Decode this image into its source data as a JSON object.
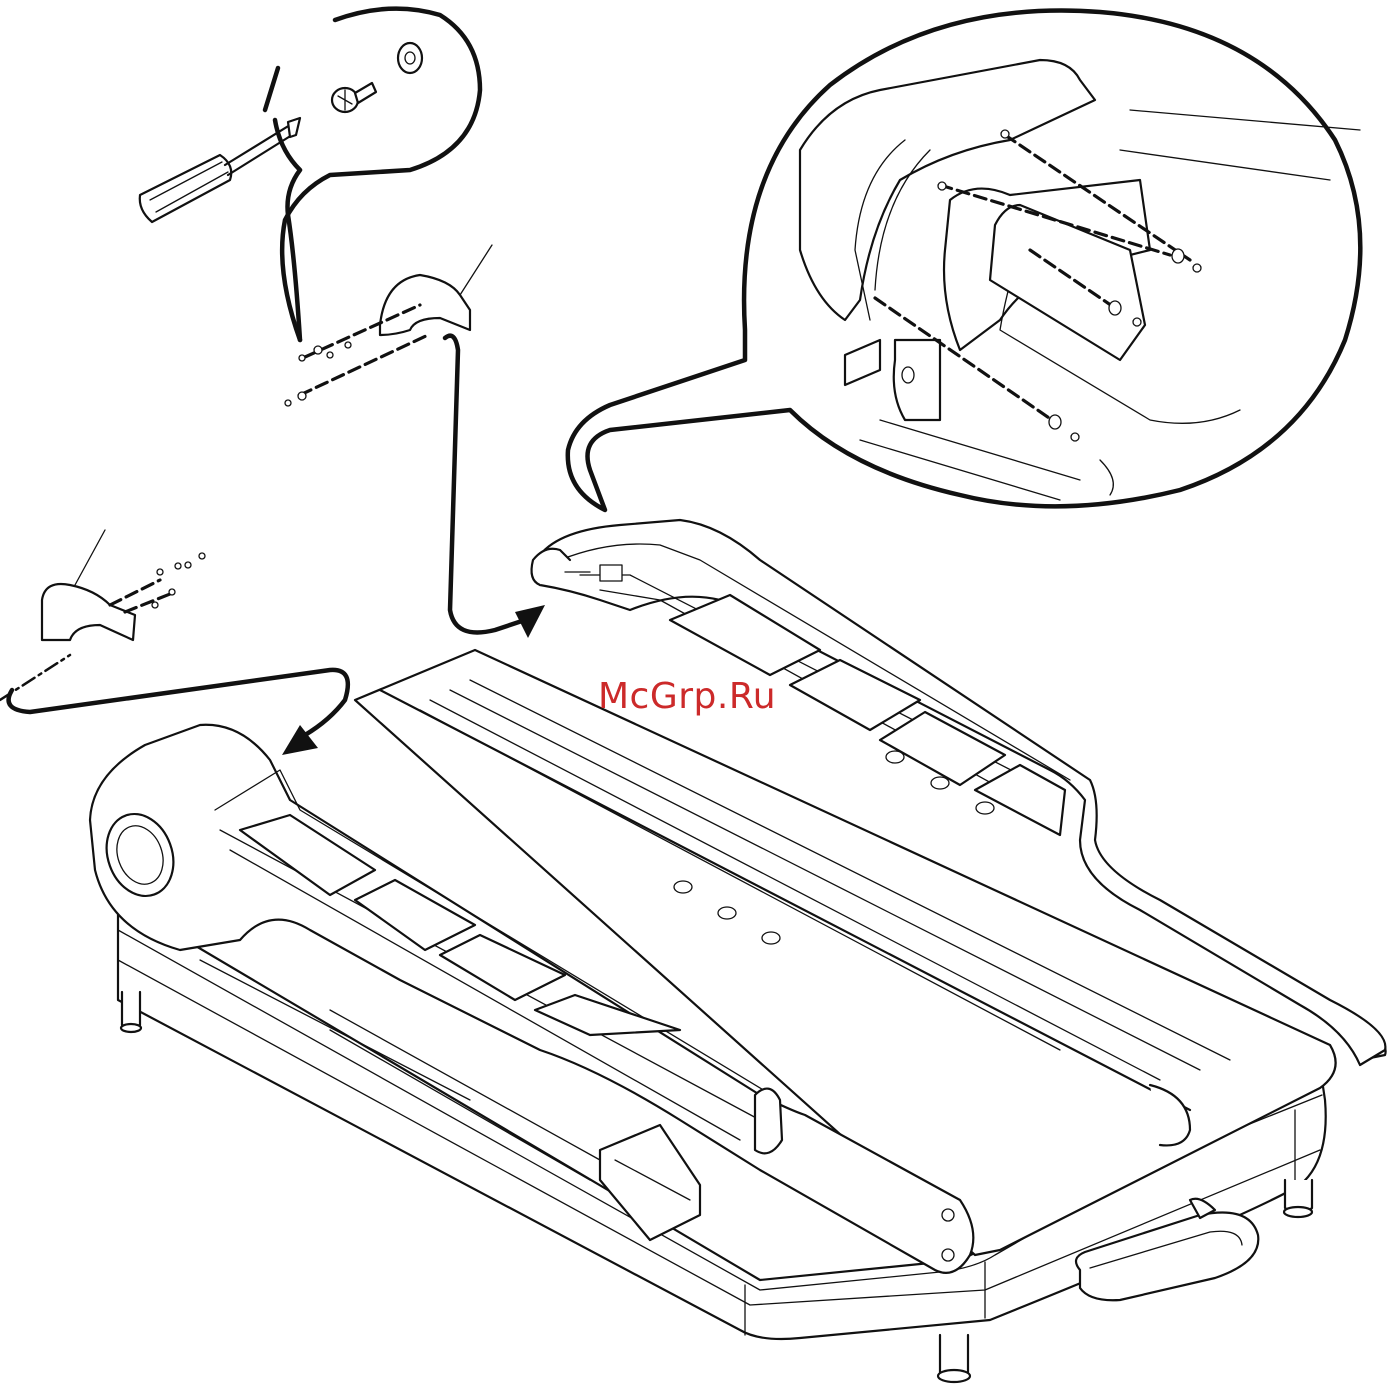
{
  "watermark": "McGrp.Ru",
  "colors": {
    "line": "#111111",
    "watermark": "#cc2a2a",
    "background": "#ffffff"
  },
  "callouts": [
    {
      "name": "screwdriver-callout",
      "contents": [
        "screwdriver-icon",
        "screw-icon",
        "washer-icon"
      ]
    },
    {
      "name": "roller-detail-callout",
      "contents": [
        "rear-roller-icon",
        "mounting-screws-icon"
      ]
    }
  ],
  "parts": [
    "left-end-cap",
    "right-end-cap",
    "running-belt",
    "frame-base",
    "carry-handle",
    "leveling-feet"
  ]
}
